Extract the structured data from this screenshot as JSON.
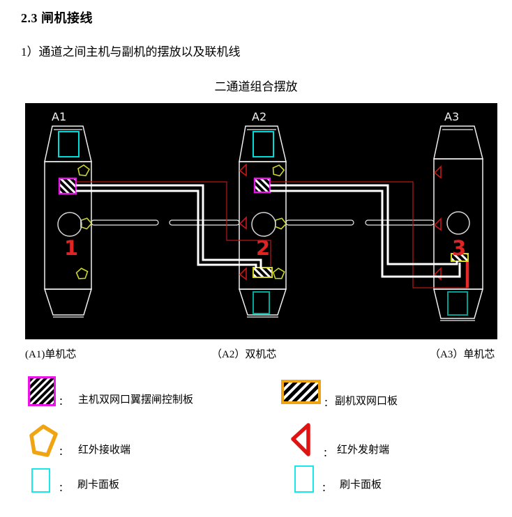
{
  "page": {
    "heading": "2.3 闸机接线",
    "subheading": "1）通道之间主机与副机的摆放以及联机线",
    "diagram_title": "二通道组合摆放"
  },
  "diagram": {
    "machines": [
      {
        "label": "A1",
        "number": "1",
        "caption": "(A1)单机芯"
      },
      {
        "label": "A2",
        "number": "2",
        "caption": "（A2）双机芯"
      },
      {
        "label": "A3",
        "number": "3",
        "caption": "（A3）单机芯"
      }
    ],
    "colors": {
      "background": "#000000",
      "outline_white": "#f0f0f0",
      "wire_white": "#ffffff",
      "signal_red": "#c01818",
      "thick_red": "#e82828",
      "magenta_border": "#e915e9",
      "yellow_border": "#d8d81e",
      "pentagon_yellow": "#ccd82a",
      "cyan_top": "#00dcdc",
      "teal_bottom": "#00a89b",
      "number_red": "#e02424"
    }
  },
  "legend": {
    "separator": "：",
    "items": [
      {
        "icon": "master-board-hatched-square",
        "label": "主机双网口翼摆闸控制板"
      },
      {
        "icon": "slave-board-hatched-square",
        "label": "副机双网口板"
      },
      {
        "icon": "ir-receiver-pentagon",
        "label": "红外接收端"
      },
      {
        "icon": "ir-emitter-triangle",
        "label": "红外发射端"
      },
      {
        "icon": "card-reader-square",
        "label": "刷卡面板"
      },
      {
        "icon": "card-reader-square-2",
        "label": "刷卡面板"
      }
    ],
    "legend_colors": {
      "orange": "#f0a412",
      "red": "#e01212",
      "cyan": "#18e8e8",
      "magenta": "#e915e9"
    }
  }
}
